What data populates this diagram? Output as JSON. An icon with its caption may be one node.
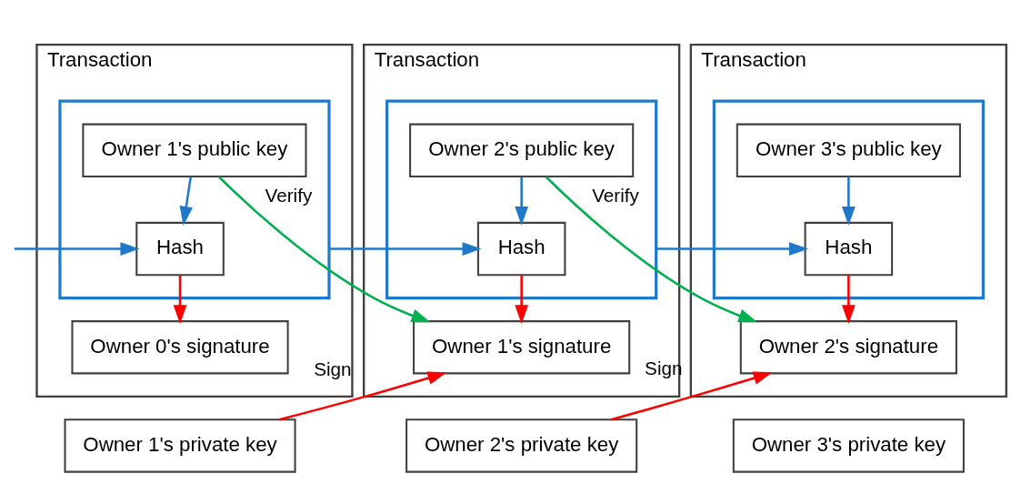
{
  "diagram": {
    "nodes": [
      {
        "text": [
          "Transaction"
        ]
      },
      {
        "text": [],
        "shape": "box",
        "in": 0
      },
      {
        "text": [
          "Owner 1's public key"
        ],
        "in": 1
      },
      {
        "text": [
          "Hash"
        ],
        "in": 1
      },
      {
        "text": [
          "Owner 0's signature"
        ],
        "in": 0
      },
      {
        "text": [
          "Transaction"
        ]
      },
      {
        "text": [],
        "shape": "box",
        "in": 5
      },
      {
        "text": [
          "Owner 2's public key"
        ],
        "in": 6
      },
      {
        "text": [
          "Hash"
        ],
        "in": 6
      },
      {
        "text": [
          "Owner 1's signature"
        ],
        "in": 5
      },
      {
        "text": [
          "Transaction"
        ]
      },
      {
        "text": [],
        "shape": "box",
        "in": 10
      },
      {
        "text": [
          "Owner 3's public key"
        ],
        "in": 11
      },
      {
        "text": [
          "Hash"
        ],
        "in": 11
      },
      {
        "text": [
          "Owner 2's signature"
        ],
        "in": 10
      },
      {
        "text": [
          "Owner 1's private key"
        ]
      },
      {
        "text": [
          "Owner 2's private key"
        ]
      },
      {
        "text": [
          "Owner 3's private key"
        ]
      }
    ],
    "edges": [
      {
        "from": null,
        "to": 3,
        "arrow": "to"
      },
      {
        "from": 2,
        "to": 3,
        "arrow": "to"
      },
      {
        "from": 3,
        "to": 4,
        "arrow": "to",
        "color": "#ff0000"
      },
      {
        "from": 1,
        "to": 8,
        "arrow": "to"
      },
      {
        "from": 7,
        "to": 8,
        "arrow": "to"
      },
      {
        "from": 8,
        "to": 9,
        "arrow": "to",
        "color": "#ff0000"
      },
      {
        "from": 6,
        "to": 13,
        "arrow": "to"
      },
      {
        "from": 12,
        "to": 13,
        "arrow": "to"
      },
      {
        "from": 13,
        "to": 14,
        "arrow": "to",
        "color": "#ff0000"
      },
      {
        "from": 2,
        "to": 9,
        "arrow": "to",
        "label": "Verify",
        "color": "#00b050"
      },
      {
        "from": 7,
        "to": 14,
        "arrow": "to",
        "label": "Verify",
        "color": "#00b050"
      },
      {
        "from": 15,
        "to": 9,
        "arrow": "to",
        "label": "Sign",
        "color": "#ff0000"
      },
      {
        "from": 16,
        "to": 14,
        "arrow": "to",
        "label": "Sign",
        "color": "#ff0000"
      }
    ]
  }
}
